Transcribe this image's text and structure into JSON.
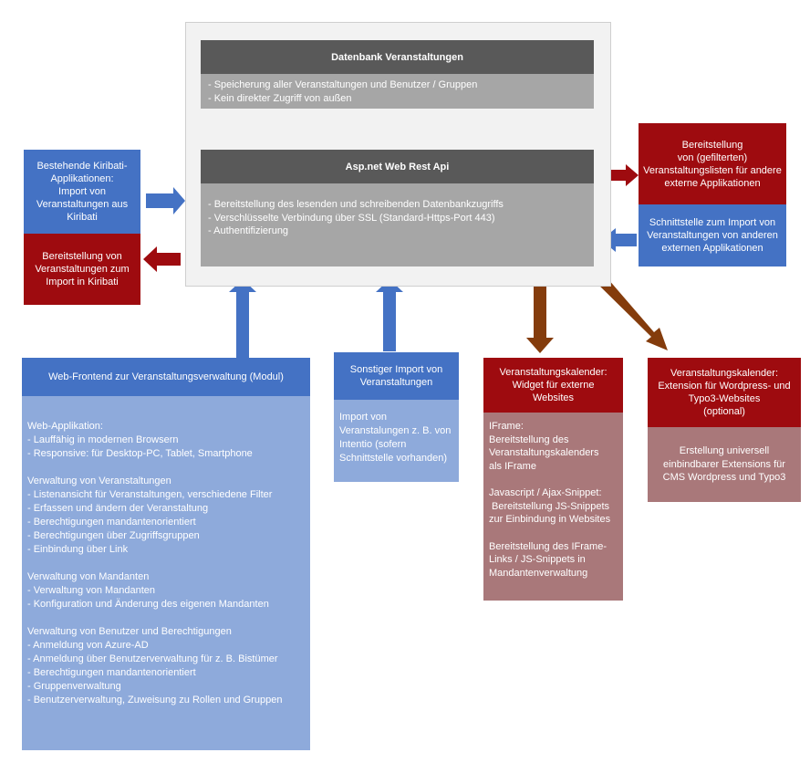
{
  "colors": {
    "blue": "#4472c4",
    "dark_red": "#9e0b0f",
    "brown": "#843c0c",
    "gray_dark": "#595959",
    "gray_light": "#a6a6a6",
    "light_blue": "#8eaadb",
    "rose": "#a9787a"
  },
  "database": {
    "title": "Datenbank Veranstaltungen",
    "lines": [
      "- Speicherung aller Veranstaltungen und Benutzer / Gruppen",
      "- Kein direkter Zugriff von außen"
    ]
  },
  "api": {
    "title": "Asp.net Web Rest Api",
    "lines": [
      "- Bereitstellung des lesenden und schreibenden Datenbankzugriffs",
      "- Verschlüsselte Verbindung über SSL (Standard-Https-Port 443)",
      "- Authentifizierung"
    ]
  },
  "kiribati_import": {
    "lines": [
      "Bestehende Kiribati-",
      "Applikationen:",
      "Import von",
      "Veranstaltungen aus",
      "Kiribati"
    ]
  },
  "kiribati_export": {
    "lines": [
      "Bereitstellung von",
      "Veranstaltungen zum",
      "Import in Kiribati"
    ]
  },
  "external_export": {
    "lines": [
      "Bereitstellung",
      "von (gefilterten)",
      "Veranstaltungslisten für andere",
      "externe Applikationen"
    ]
  },
  "external_import": {
    "lines": [
      "Schnittstelle zum Import von",
      "Veranstaltungen von anderen",
      "externen Applikationen"
    ]
  },
  "web_frontend": {
    "title": "Web-Frontend zur Veranstaltungsverwaltung (Modul)",
    "sections": [
      {
        "heading": "Web-Applikation:",
        "items": [
          "- Lauffähig in modernen Browsern",
          "- Responsive: für Desktop-PC, Tablet, Smartphone"
        ]
      },
      {
        "heading": "Verwaltung von Veranstaltungen",
        "items": [
          "- Listenansicht für Veranstaltungen, verschiedene Filter",
          "- Erfassen und ändern der Veranstaltung",
          "- Berechtigungen mandantenorientiert",
          "- Berechtigungen über Zugriffsgruppen",
          "- Einbindung über Link"
        ]
      },
      {
        "heading": "Verwaltung von Mandanten",
        "items": [
          "- Verwaltung von Mandanten",
          "- Konfiguration und Änderung des eigenen Mandanten"
        ]
      },
      {
        "heading": "Verwaltung von Benutzer und Berechtigungen",
        "items": [
          "- Anmeldung von Azure-AD",
          "- Anmeldung über Benutzerverwaltung für z. B. Bistümer",
          "- Berechtigungen mandantenorientiert",
          "- Gruppenverwaltung",
          "- Benutzerverwaltung, Zuweisung zu Rollen und Gruppen"
        ]
      }
    ]
  },
  "other_import": {
    "title_lines": [
      "Sonstiger Import von",
      "Veranstaltungen"
    ],
    "body_lines": [
      "Import von",
      "Veranstalungen z. B. von",
      "Intentio (sofern",
      "Schnittstelle vorhanden)"
    ]
  },
  "calendar_widget": {
    "title_lines": [
      "Veranstaltungskalender:",
      "Widget für externe",
      "Websites"
    ],
    "paragraphs": [
      [
        "IFrame:",
        "Bereitstellung des",
        "Veranstaltungskalenders",
        "als IFrame"
      ],
      [
        "Javascript / Ajax-Snippet:",
        "Bereitstellung JS-Snippets",
        "zur Einbindung in Websites"
      ],
      [
        "Bereitstellung des IFrame-",
        "Links / JS-Snippets in",
        "Mandantenverwaltung"
      ]
    ]
  },
  "calendar_extension": {
    "title_lines": [
      "Veranstaltungskalender:",
      "Extension für Wordpress- und",
      "Typo3-Websites",
      "(optional)"
    ],
    "body_lines": [
      "Erstellung universell",
      "einbindbarer Extensions für",
      "CMS Wordpress und Typo3"
    ]
  }
}
